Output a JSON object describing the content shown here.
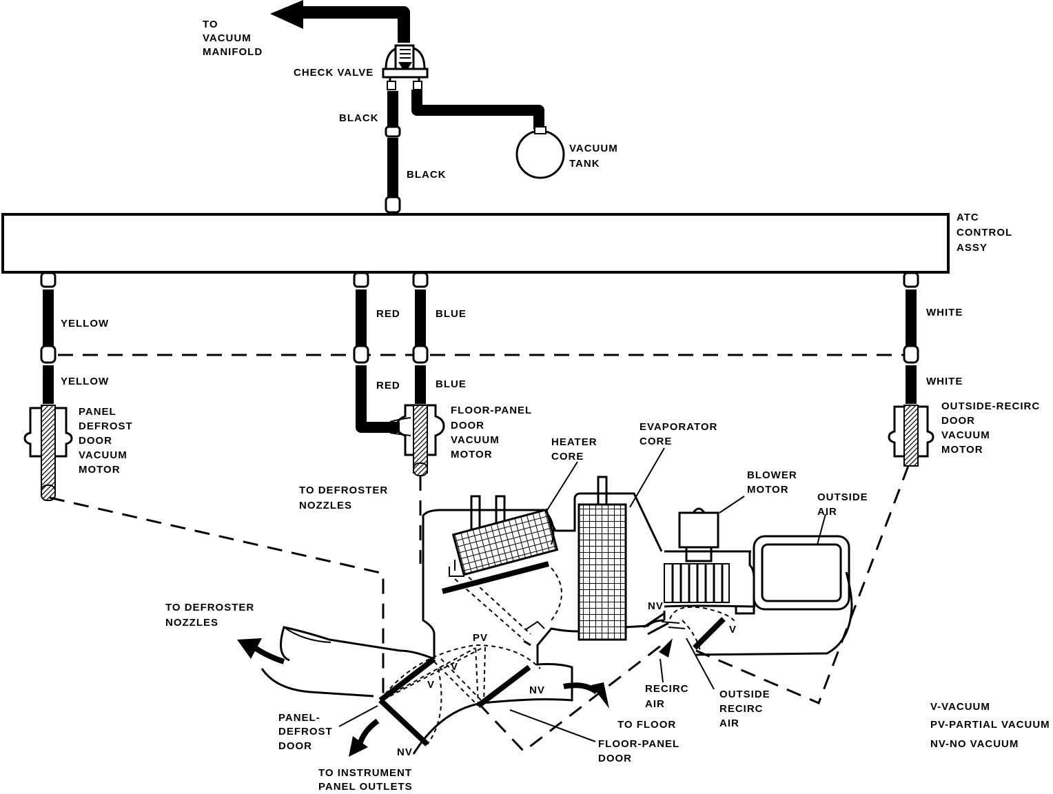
{
  "labels": {
    "to_vacuum_manifold": [
      "TO",
      "VACUUM",
      "MANIFOLD"
    ],
    "check_valve": "CHECK VALVE",
    "black_upper": "BLACK",
    "black_lower": "BLACK",
    "vacuum_tank": [
      "VACUUM",
      "TANK"
    ],
    "atc_control_assy": [
      "ATC",
      "CONTROL",
      "ASSY"
    ],
    "yellow_upper": "YELLOW",
    "yellow_lower": "YELLOW",
    "red_upper": "RED",
    "red_lower": "RED",
    "blue_upper": "BLUE",
    "blue_lower": "BLUE",
    "white_upper": "WHITE",
    "white_lower": "WHITE",
    "panel_defrost_motor": [
      "PANEL",
      "DEFROST",
      "DOOR",
      "VACUUM",
      "MOTOR"
    ],
    "floor_panel_motor": [
      "FLOOR-PANEL",
      "DOOR",
      "VACUUM",
      "MOTOR"
    ],
    "outside_recirc_motor": [
      "OUTSIDE-RECIRC",
      "DOOR",
      "VACUUM",
      "MOTOR"
    ],
    "heater_core": [
      "HEATER",
      "CORE"
    ],
    "evaporator_core": [
      "EVAPORATOR",
      "CORE"
    ],
    "blower_motor": [
      "BLOWER",
      "MOTOR"
    ],
    "outside_air": [
      "OUTSIDE",
      "AIR"
    ],
    "to_defroster_nozzles_upper": [
      "TO DEFROSTER",
      "NOZZLES"
    ],
    "to_defroster_nozzles_lower": [
      "TO DEFROSTER",
      "NOZZLES"
    ],
    "pv": "PV",
    "v_left": "V",
    "v_mid": "V",
    "v_right": "V",
    "nv_floor": "NV",
    "nv_bottom": "NV",
    "nv_recirc": "NV",
    "panel_defrost_door": [
      "PANEL-",
      "DEFROST",
      "DOOR"
    ],
    "to_instrument_panel_outlets": [
      "TO INSTRUMENT",
      "PANEL OUTLETS"
    ],
    "floor_panel_door": [
      "FLOOR-PANEL",
      "DOOR"
    ],
    "to_floor": "TO FLOOR",
    "recirc_air": [
      "RECIRC",
      "AIR"
    ],
    "outside_recirc_air": [
      "OUTSIDE",
      "RECIRC",
      "AIR"
    ]
  },
  "legend": [
    "V-VACUUM",
    "PV-PARTIAL VACUUM",
    "NV-NO VACUUM"
  ]
}
